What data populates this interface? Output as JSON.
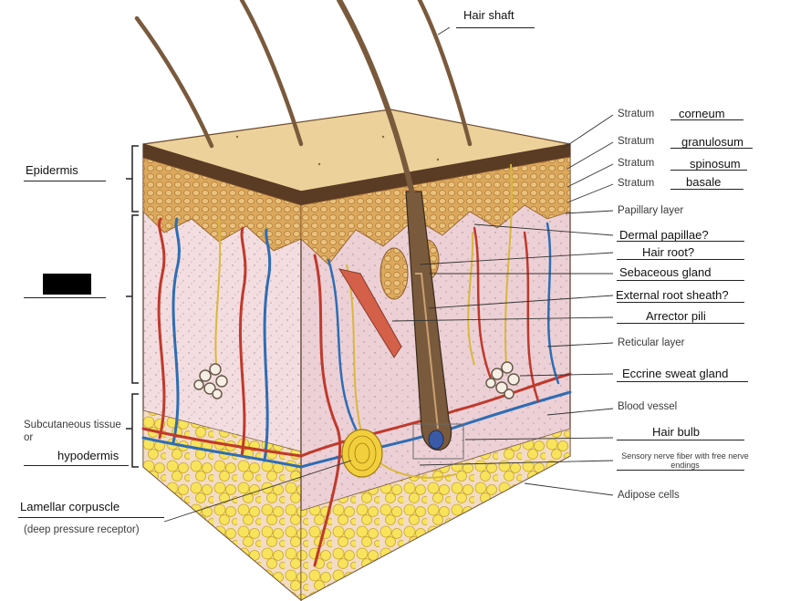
{
  "labels": {
    "hair_shaft": "Hair shaft",
    "stratum_word": "Stratum",
    "corneum": "corneum",
    "granulosum": "granulosum",
    "spinosum": "spinosum",
    "basale": "basale",
    "papillary_layer": "Papillary layer",
    "dermal_papillae": "Dermal papillae?",
    "hair_root": "Hair root?",
    "sebaceous_gland": "Sebaceous gland",
    "external_root_sheath": "External root sheath?",
    "arrector_pili": "Arrector pili",
    "reticular_layer": "Reticular layer",
    "eccrine_sweat_gland": "Eccrine sweat gland",
    "blood_vessel": "Blood vessel",
    "hair_bulb": "Hair bulb",
    "sensory_nerve": "Sensory nerve fiber with free nerve endings",
    "adipose_cells": "Adipose cells",
    "epidermis": "Epidermis",
    "subcutaneous": "Subcutaneous tissue or",
    "hypodermis": "hypodermis",
    "lamellar_corpuscle": "Lamellar corpuscle",
    "deep_pressure": "(deep pressure receptor)"
  },
  "colors": {
    "epidermis_top": "#ecd29a",
    "epidermis_cells": "#d9a85a",
    "dermis": "#f4dde0",
    "adipose": "#f7e25e",
    "artery": "#c0392b",
    "vein": "#2e6db4",
    "nerve": "#e0c040",
    "hair": "#7a5a3c"
  },
  "redacted_label": "dermis label hidden by black box"
}
